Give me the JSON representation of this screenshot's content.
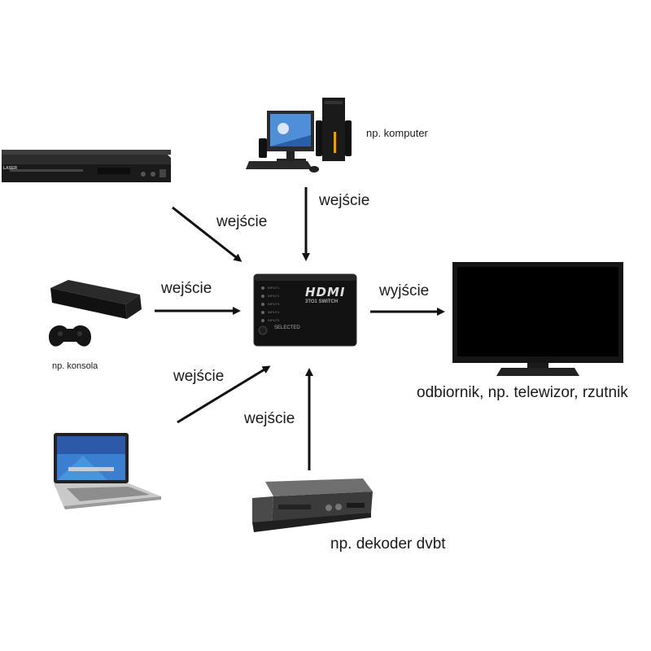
{
  "hub": {
    "brand": "HDMI",
    "model": "3TO1 SWITCH",
    "selected_label": "SELECTED",
    "port_labels": [
      "INPUT1",
      "INPUT2",
      "INPUT3",
      "INPUT4",
      "INPUT5"
    ]
  },
  "labels": {
    "input_computer": "wejście",
    "input_dvd": "wejście",
    "input_console": "wejście",
    "input_laptop": "wejście",
    "input_decoder": "wejście",
    "output": "wyjście"
  },
  "devices": {
    "computer": "np. komputer",
    "console": "np. konsola",
    "decoder": "np. dekoder dvbt",
    "tv": "odbiornik, np. telewizor, rzutnik"
  },
  "dvd_brand": "LASER",
  "colors": {
    "arrow": "#111111",
    "device_dark": "#1c1c1c",
    "screen_blue": "#3a7fd0"
  }
}
